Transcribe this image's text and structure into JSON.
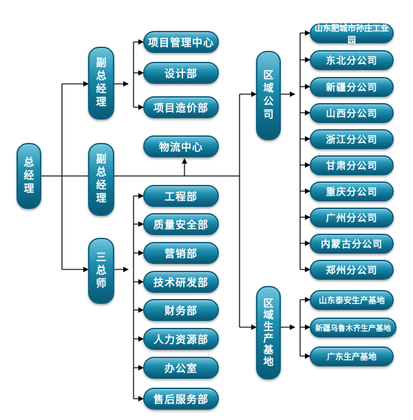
{
  "nodes": {
    "gm": "总经理",
    "dgm1": "副总经理",
    "dgm2": "副总经理",
    "chief": "三总师",
    "project_center": "项目管理中心",
    "design": "设计部",
    "cost": "项目造价部",
    "logistics": "物流中心",
    "engineering": "工程部",
    "quality": "质量安全部",
    "marketing": "营销部",
    "rnd": "技术研发部",
    "finance": "财务部",
    "hr": "人力资源部",
    "office": "办公室",
    "aftersales": "售后服务部",
    "regional_companies": "区域公司",
    "regional_bases": "区域生产基地"
  },
  "companies": [
    "山东肥城市孙庄工业园",
    "东北分公司",
    "新疆分公司",
    "山西分公司",
    "浙江分公司",
    "甘肃分公司",
    "重庆分公司",
    "广州分公司",
    "内蒙古分公司",
    "郑州分公司"
  ],
  "bases": [
    "山东泰安生产基地",
    "新疆乌鲁木齐生产基地",
    "广东生产基地"
  ],
  "colors": {
    "box_dark": "#0b5f7c",
    "box_light": "#1f8fb0",
    "line": "#000000"
  }
}
